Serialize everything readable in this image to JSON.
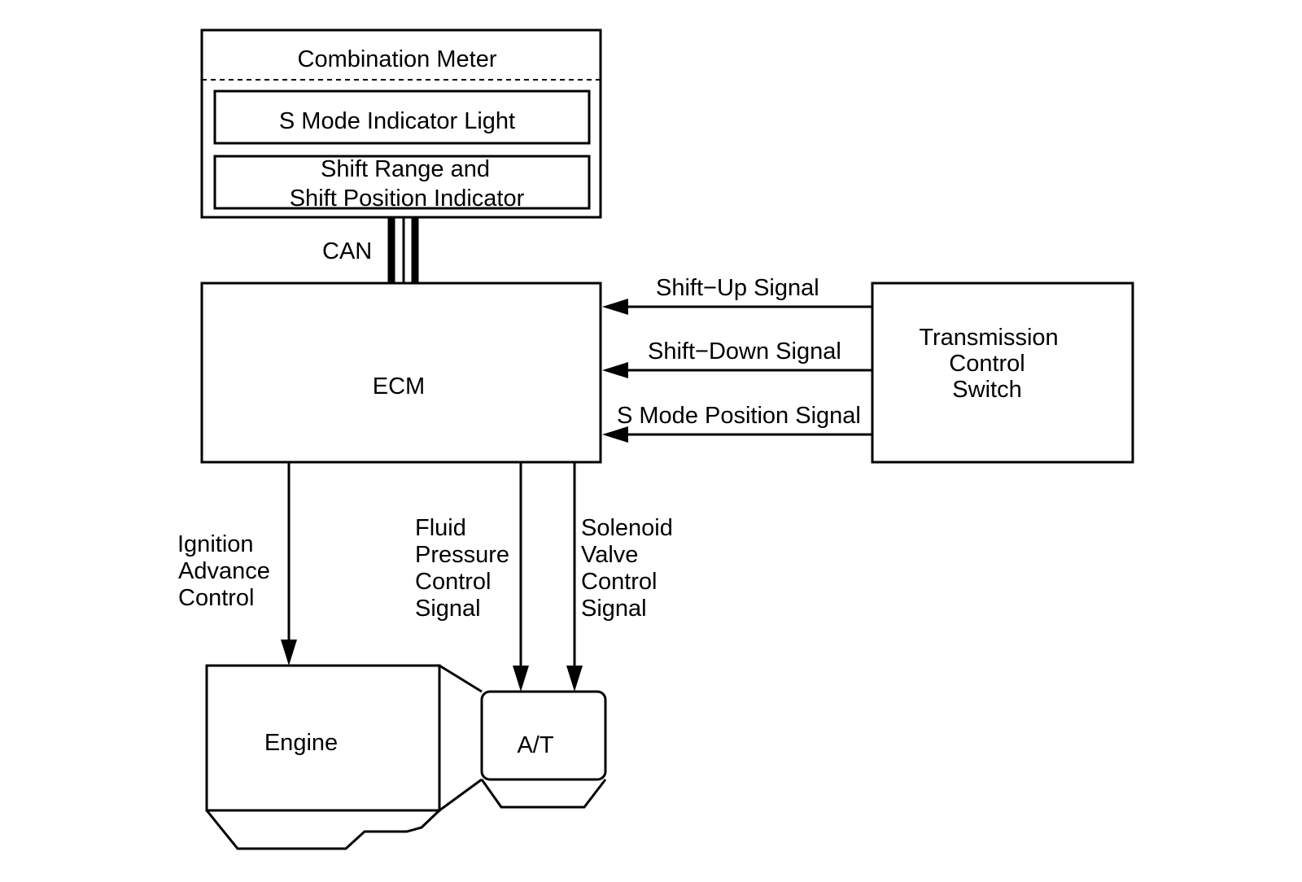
{
  "combination_meter": {
    "title": "Combination Meter",
    "s_mode_light": "S Mode Indicator Light",
    "shift_indicator_line1": "Shift Range and",
    "shift_indicator_line2": "Shift Position Indicator"
  },
  "can_label": "CAN",
  "ecm_label": "ECM",
  "signals": {
    "shift_up": "Shift−Up Signal",
    "shift_down": "Shift−Down Signal",
    "s_mode_position": "S Mode Position Signal"
  },
  "transmission_switch": {
    "line1": "Transmission",
    "line2": "Control",
    "line3": "Switch"
  },
  "ignition": {
    "line1": "Ignition",
    "line2": "Advance",
    "line3": "Control"
  },
  "fluid_pressure": {
    "line1": "Fluid",
    "line2": "Pressure",
    "line3": "Control",
    "line4": "Signal"
  },
  "solenoid": {
    "line1": "Solenoid",
    "line2": "Valve",
    "line3": "Control",
    "line4": "Signal"
  },
  "engine_label": "Engine",
  "at_label": "A/T"
}
